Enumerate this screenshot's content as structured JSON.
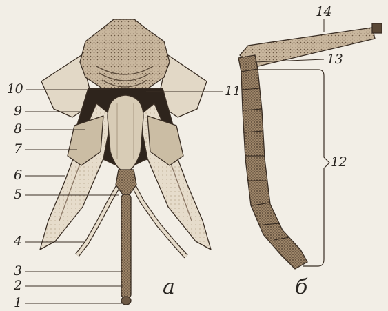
{
  "panels": [
    {
      "id": "a",
      "letter": "а"
    },
    {
      "id": "b",
      "letter": "б"
    }
  ],
  "labels": [
    "1",
    "2",
    "3",
    "4",
    "5",
    "6",
    "7",
    "8",
    "9",
    "10",
    "11",
    "12",
    "13",
    "14"
  ]
}
